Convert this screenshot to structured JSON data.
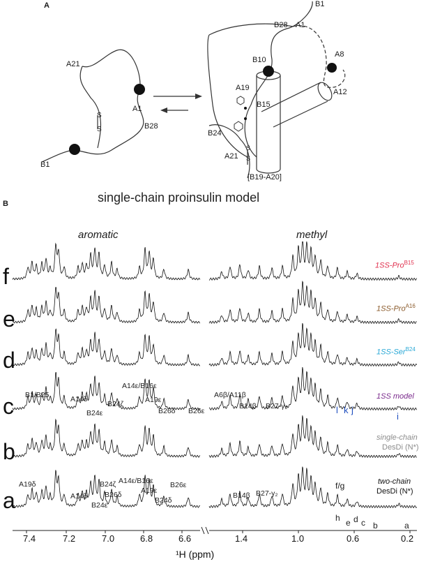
{
  "panel_a": {
    "label": "A",
    "left_labels": {
      "a21": "A21",
      "s_top": "S",
      "s_bottom": "S",
      "a1": "A1",
      "b28": "B28",
      "b1": "B1"
    },
    "right_labels": {
      "b1": "B1",
      "b28": "B28",
      "a1": "A1",
      "a8": "A8",
      "b10": "B10",
      "a19": "A19",
      "b15": "B15",
      "a12": "A12",
      "b24": "B24",
      "a21": "A21",
      "s_top": "S",
      "s_bottom": "S",
      "helix": "[B19-A20]"
    },
    "title": "single-chain proinsulin model"
  },
  "panel_b": {
    "label": "B",
    "aromatic_title": "aromatic",
    "methyl_title": "methyl",
    "traces": [
      {
        "letter": "f",
        "condition": "1SS-Pro",
        "superscript": "B15",
        "color": "#e0304e"
      },
      {
        "letter": "e",
        "condition": "1SS-Pro",
        "superscript": "A16",
        "color": "#8a5a2b"
      },
      {
        "letter": "d",
        "condition": "1SS-Ser",
        "superscript": "B24",
        "color": "#29a8d6"
      },
      {
        "letter": "c",
        "condition": "1SS model",
        "superscript": "",
        "color": "#7a2a8c"
      },
      {
        "letter": "b",
        "condition": "single-chain",
        "condition2": "DesDi (N*)",
        "color": "#8c8c8c"
      },
      {
        "letter": "a",
        "condition": "two-chain",
        "condition2": "DesDi (N*)",
        "color": "#111111"
      }
    ],
    "peaks_c": {
      "b1b25": "B1/B25",
      "a14d": "A14δ",
      "b24e": "B24ε",
      "b24z": "B24ζ",
      "a14e_b16e": "A14ε/B16ε",
      "a19e": "A19ε",
      "b26d": "B26δ",
      "b26e": "B26ε",
      "a6b_a11b": "A6β/A11β",
      "b14b": "B14β",
      "b27g2": "B27-γ₂",
      "l": "l",
      "k": "k",
      "j": "j",
      "i": "i"
    },
    "peaks_a": {
      "a19d": "A19δ",
      "a14d": "A14δ",
      "b24e": "B24ε",
      "b24z": "B24ζ",
      "b26d": "B26δ",
      "a14e_b16e": "A14ε/B16ε",
      "a19e": "A19ε",
      "b24d": "B24δ",
      "b26e": "B26ε",
      "b14b": "B14β",
      "b27g2": "B27-γ₂",
      "fg": "f/g",
      "h": "h",
      "e": "e",
      "d": "d",
      "c": "c",
      "b": "b",
      "a": "a"
    },
    "x_ticks_left": [
      "7.4",
      "7.2",
      "7.0",
      "6.8",
      "6.6"
    ],
    "x_ticks_right": [
      "1.4",
      "1.0",
      "0.6",
      "0.2"
    ],
    "x_axis_title": "¹H (ppm)"
  }
}
